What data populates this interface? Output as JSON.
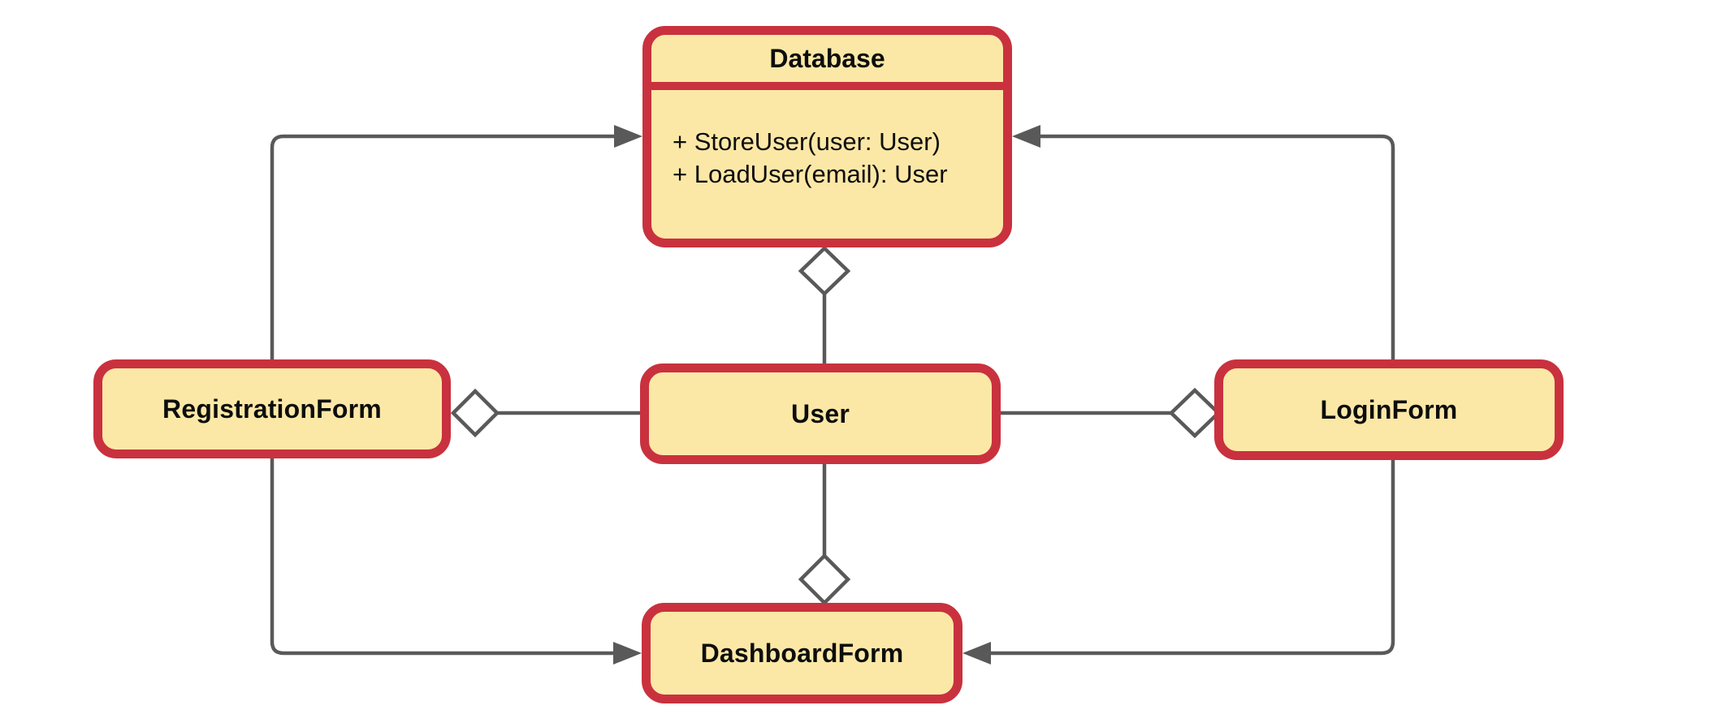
{
  "diagram": {
    "type": "uml-class-diagram",
    "theme": {
      "node_fill": "#FCE8A6",
      "node_border": "#C9313E",
      "connector_color": "#595959",
      "canvas_background": "#FFFFFF",
      "text_color": "#0D0D0D"
    },
    "classes": [
      {
        "name": "Database",
        "methods": [
          "+ StoreUser(user: User)",
          "+ LoadUser(email): User"
        ]
      },
      {
        "name": "RegistrationForm",
        "methods": []
      },
      {
        "name": "User",
        "methods": []
      },
      {
        "name": "LoginForm",
        "methods": []
      },
      {
        "name": "DashboardForm",
        "methods": []
      }
    ],
    "relationships": [
      {
        "from": "RegistrationForm",
        "to": "Database",
        "type": "directed-arrow"
      },
      {
        "from": "LoginForm",
        "to": "Database",
        "type": "directed-arrow"
      },
      {
        "from": "RegistrationForm",
        "to": "DashboardForm",
        "type": "directed-arrow"
      },
      {
        "from": "LoginForm",
        "to": "DashboardForm",
        "type": "directed-arrow"
      },
      {
        "from": "Database",
        "to": "User",
        "type": "aggregation",
        "diamond_at": "Database"
      },
      {
        "from": "RegistrationForm",
        "to": "User",
        "type": "aggregation",
        "diamond_at": "RegistrationForm"
      },
      {
        "from": "LoginForm",
        "to": "User",
        "type": "aggregation",
        "diamond_at": "LoginForm"
      },
      {
        "from": "DashboardForm",
        "to": "User",
        "type": "aggregation",
        "diamond_at": "DashboardForm"
      }
    ]
  }
}
